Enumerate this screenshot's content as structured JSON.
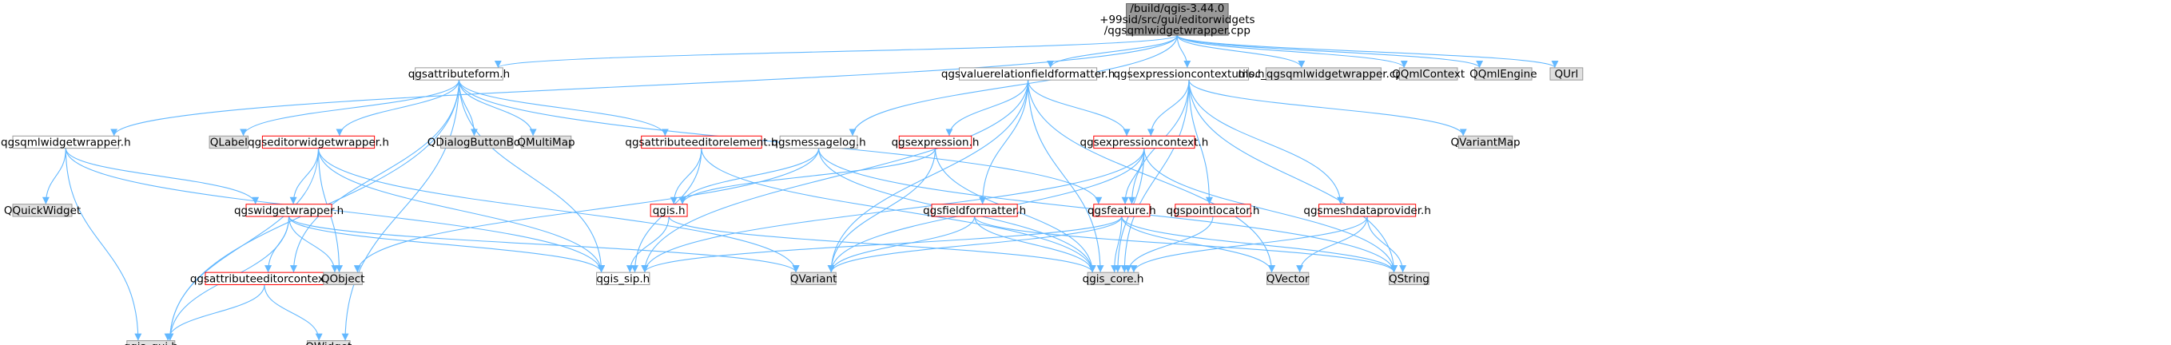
{
  "root_lines": [
    "/build/qgis-3.44.0",
    "+99sid/src/gui/editorwidgets",
    "/qgsqmlwidgetwrapper.cpp"
  ],
  "nodes": [
    {
      "id": "root",
      "label": "",
      "style": "root"
    },
    {
      "id": "qgsqmlwidgetwrapper_h",
      "label": "qgsqmlwidgetwrapper.h",
      "style": "white"
    },
    {
      "id": "qgsattributeform_h",
      "label": "qgsattributeform.h",
      "style": "white"
    },
    {
      "id": "qgsmessagelog_h",
      "label": "qgsmessagelog.h",
      "style": "white"
    },
    {
      "id": "qgsvaluerelationfieldformatter_h",
      "label": "qgsvaluerelationfieldformatter.h",
      "style": "white"
    },
    {
      "id": "qgsexpressioncontextutils_h",
      "label": "qgsexpressioncontextutils.h",
      "style": "white"
    },
    {
      "id": "moc",
      "label": "moc_qgsqmlwidgetwrapper.cpp",
      "style": "gray"
    },
    {
      "id": "QQmlContext",
      "label": "QQmlContext",
      "style": "gray"
    },
    {
      "id": "QQmlEngine",
      "label": "QQmlEngine",
      "style": "gray"
    },
    {
      "id": "QUrl",
      "label": "QUrl",
      "style": "gray"
    },
    {
      "id": "QQuickWidget",
      "label": "QQuickWidget",
      "style": "gray"
    },
    {
      "id": "QLabel",
      "label": "QLabel",
      "style": "gray"
    },
    {
      "id": "qgseditorwidgetwrapper_h",
      "label": "qgseditorwidgetwrapper.h",
      "style": "red"
    },
    {
      "id": "QDialogButtonBox",
      "label": "QDialogButtonBox",
      "style": "gray"
    },
    {
      "id": "QMultiMap",
      "label": "QMultiMap",
      "style": "gray"
    },
    {
      "id": "qgsattributeeditorelement_h",
      "label": "qgsattributeeditorelement.h",
      "style": "red"
    },
    {
      "id": "qgsexpression_h",
      "label": "qgsexpression.h",
      "style": "red"
    },
    {
      "id": "qgsexpressioncontext_h",
      "label": "qgsexpressioncontext.h",
      "style": "red"
    },
    {
      "id": "QVariantMap",
      "label": "QVariantMap",
      "style": "gray"
    },
    {
      "id": "qgswidgetwrapper_h",
      "label": "qgswidgetwrapper.h",
      "style": "red"
    },
    {
      "id": "qgis_h",
      "label": "qgis.h",
      "style": "red"
    },
    {
      "id": "qgsfieldformatter_h",
      "label": "qgsfieldformatter.h",
      "style": "red"
    },
    {
      "id": "qgsfeature_h",
      "label": "qgsfeature.h",
      "style": "red"
    },
    {
      "id": "qgspointlocator_h",
      "label": "qgspointlocator.h",
      "style": "red"
    },
    {
      "id": "qgsmeshdataprovider_h",
      "label": "qgsmeshdataprovider.h",
      "style": "red"
    },
    {
      "id": "qgsattributeeditorcontext_h",
      "label": "qgsattributeeditorcontext.h",
      "style": "red"
    },
    {
      "id": "QObject",
      "label": "QObject",
      "style": "gray"
    },
    {
      "id": "qgis_sip_h",
      "label": "qgis_sip.h",
      "style": "white"
    },
    {
      "id": "QVariant",
      "label": "QVariant",
      "style": "gray"
    },
    {
      "id": "qgis_core_h",
      "label": "qgis_core.h",
      "style": "gray"
    },
    {
      "id": "QVector",
      "label": "QVector",
      "style": "gray"
    },
    {
      "id": "QString",
      "label": "QString",
      "style": "gray"
    },
    {
      "id": "qgis_gui_h",
      "label": "qgis_gui.h",
      "style": "gray"
    },
    {
      "id": "QWidget",
      "label": "QWidget",
      "style": "gray"
    }
  ],
  "edges": [
    [
      "root",
      "qgsqmlwidgetwrapper_h"
    ],
    [
      "root",
      "qgsattributeform_h"
    ],
    [
      "root",
      "qgsmessagelog_h"
    ],
    [
      "root",
      "qgsvaluerelationfieldformatter_h"
    ],
    [
      "root",
      "qgsexpressioncontextutils_h"
    ],
    [
      "root",
      "moc"
    ],
    [
      "root",
      "QQmlContext"
    ],
    [
      "root",
      "QQmlEngine"
    ],
    [
      "root",
      "QUrl"
    ],
    [
      "qgsqmlwidgetwrapper_h",
      "QQuickWidget"
    ],
    [
      "qgsqmlwidgetwrapper_h",
      "qgswidgetwrapper_h"
    ],
    [
      "qgsqmlwidgetwrapper_h",
      "qgis_sip_h"
    ],
    [
      "qgsqmlwidgetwrapper_h",
      "qgis_gui_h"
    ],
    [
      "qgsattributeform_h",
      "QLabel"
    ],
    [
      "qgsattributeform_h",
      "qgseditorwidgetwrapper_h"
    ],
    [
      "qgsattributeform_h",
      "QDialogButtonBox"
    ],
    [
      "qgsattributeform_h",
      "QMultiMap"
    ],
    [
      "qgsattributeform_h",
      "qgsattributeeditorelement_h"
    ],
    [
      "qgsattributeform_h",
      "qgsfeature_h"
    ],
    [
      "qgsattributeform_h",
      "qgsattributeeditorcontext_h"
    ],
    [
      "qgsattributeform_h",
      "qgis_sip_h"
    ],
    [
      "qgsattributeform_h",
      "qgis_gui_h"
    ],
    [
      "qgsattributeform_h",
      "QWidget"
    ],
    [
      "qgseditorwidgetwrapper_h",
      "qgswidgetwrapper_h"
    ],
    [
      "qgseditorwidgetwrapper_h",
      "QObject"
    ],
    [
      "qgseditorwidgetwrapper_h",
      "qgis_sip_h"
    ],
    [
      "qgseditorwidgetwrapper_h",
      "QVariant"
    ],
    [
      "qgseditorwidgetwrapper_h",
      "qgis_gui_h"
    ],
    [
      "qgswidgetwrapper_h",
      "qgsattributeeditorcontext_h"
    ],
    [
      "qgswidgetwrapper_h",
      "QObject"
    ],
    [
      "qgswidgetwrapper_h",
      "qgis_sip_h"
    ],
    [
      "qgswidgetwrapper_h",
      "QVariant"
    ],
    [
      "qgswidgetwrapper_h",
      "qgis_gui_h"
    ],
    [
      "qgsattributeeditorcontext_h",
      "qgis_gui_h"
    ],
    [
      "qgsattributeeditorcontext_h",
      "QWidget"
    ],
    [
      "qgsattributeeditorelement_h",
      "qgis_h"
    ],
    [
      "qgsattributeeditorelement_h",
      "qgis_sip_h"
    ],
    [
      "qgsattributeeditorelement_h",
      "qgis_core_h"
    ],
    [
      "qgsmessagelog_h",
      "qgis_h"
    ],
    [
      "qgsmessagelog_h",
      "qgis_core_h"
    ],
    [
      "qgsmessagelog_h",
      "QObject"
    ],
    [
      "qgsmessagelog_h",
      "QString"
    ],
    [
      "qgsvaluerelationfieldformatter_h",
      "qgsexpression_h"
    ],
    [
      "qgsvaluerelationfieldformatter_h",
      "qgsexpressioncontext_h"
    ],
    [
      "qgsvaluerelationfieldformatter_h",
      "qgsfieldformatter_h"
    ],
    [
      "qgsvaluerelationfieldformatter_h",
      "QVariant"
    ],
    [
      "qgsvaluerelationfieldformatter_h",
      "qgis_core_h"
    ],
    [
      "qgsvaluerelationfieldformatter_h",
      "QVector"
    ],
    [
      "qgsvaluerelationfieldformatter_h",
      "qgis_sip_h"
    ],
    [
      "qgsexpression_h",
      "qgis_h"
    ],
    [
      "qgsexpression_h",
      "QVariant"
    ],
    [
      "qgsexpression_h",
      "qgis_core_h"
    ],
    [
      "qgsexpressioncontextutils_h",
      "qgsexpressioncontext_h"
    ],
    [
      "qgsexpressioncontextutils_h",
      "qgsfeature_h"
    ],
    [
      "qgsexpressioncontextutils_h",
      "qgspointlocator_h"
    ],
    [
      "qgsexpressioncontextutils_h",
      "qgsmeshdataprovider_h"
    ],
    [
      "qgsexpressioncontextutils_h",
      "QVariantMap"
    ],
    [
      "qgsexpressioncontextutils_h",
      "qgis_core_h"
    ],
    [
      "qgsexpressioncontextutils_h",
      "QString"
    ],
    [
      "qgsexpressioncontext_h",
      "qgsfeature_h"
    ],
    [
      "qgsexpressioncontext_h",
      "qgis_core_h"
    ],
    [
      "qgsexpressioncontext_h",
      "qgis_sip_h"
    ],
    [
      "qgsexpressioncontext_h",
      "QVariant"
    ],
    [
      "qgsexpressioncontext_h",
      "QString"
    ],
    [
      "qgis_h",
      "qgis_sip_h"
    ],
    [
      "qgis_h",
      "qgis_core_h"
    ],
    [
      "qgsfieldformatter_h",
      "QVariant"
    ],
    [
      "qgsfieldformatter_h",
      "qgis_core_h"
    ],
    [
      "qgsfieldformatter_h",
      "QString"
    ],
    [
      "qgsfeature_h",
      "qgis_sip_h"
    ],
    [
      "qgsfeature_h",
      "QVariant"
    ],
    [
      "qgsfeature_h",
      "qgis_core_h"
    ],
    [
      "qgsfeature_h",
      "QVector"
    ],
    [
      "qgsfeature_h",
      "QString"
    ],
    [
      "qgspointlocator_h",
      "qgis_core_h"
    ],
    [
      "qgsmeshdataprovider_h",
      "qgis_core_h"
    ],
    [
      "qgsmeshdataprovider_h",
      "QVector"
    ],
    [
      "qgsmeshdataprovider_h",
      "QString"
    ]
  ],
  "colors": {
    "edge": "#63b8ff",
    "border": "#999999",
    "red_border": "#ff0000",
    "gray_fill": "#e0e0e0",
    "root_fill": "#999999",
    "white_fill": "#ffffff",
    "text": "#000000"
  }
}
